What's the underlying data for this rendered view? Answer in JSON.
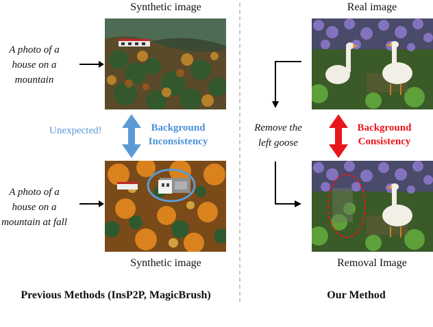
{
  "left": {
    "top_caption": "Synthetic image",
    "bottom_caption": "Synthetic image",
    "prompt_top": [
      "A photo of a",
      "house on a",
      "mountain"
    ],
    "prompt_bottom": [
      "A photo of a",
      "house on a",
      "mountain at fall"
    ],
    "annotation": "Unexpected!",
    "consistency_label": [
      "Background",
      "Inconsistency"
    ],
    "footer": "Previous Methods (InsP2P, MagicBrush)"
  },
  "right": {
    "top_caption": "Real image",
    "bottom_caption": "Removal Image",
    "instruction": [
      "Remove the",
      "left goose"
    ],
    "consistency_label": [
      "Background",
      "Consistency"
    ],
    "footer": "Our Method"
  },
  "colors": {
    "inconsistency_blue": "#4a90d9",
    "consistency_red": "#e8161b",
    "annotation_blue": "#5b9bd5",
    "divider": "#c8c8c8"
  }
}
